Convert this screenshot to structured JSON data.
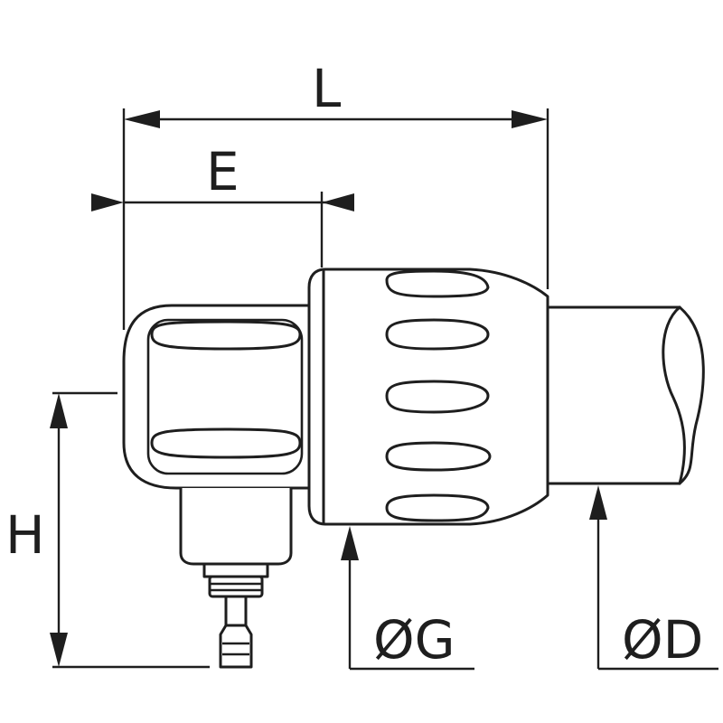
{
  "dimensions": {
    "length": "L",
    "elbow_offset": "E",
    "height": "H",
    "nut_diameter": "ØG",
    "tube_diameter": "ØD"
  },
  "colors": {
    "line": "#1e1e1e",
    "background": "#ffffff"
  }
}
